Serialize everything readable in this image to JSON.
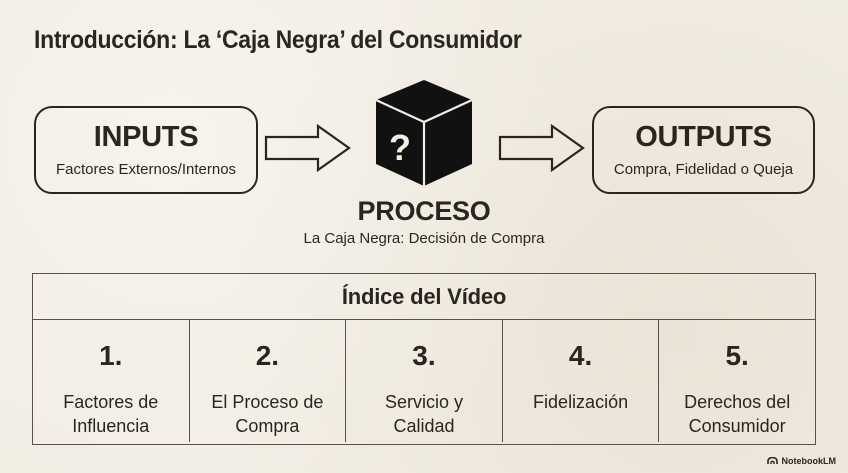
{
  "title": "Introducción: La ‘Caja Negra’ del Consumidor",
  "inputs": {
    "title": "INPUTS",
    "subtitle": "Factores Externos/Internos"
  },
  "outputs": {
    "title": "OUTPUTS",
    "subtitle": "Compra, Fidelidad o Queja"
  },
  "process": {
    "title": "PROCESO",
    "subtitle": "La Caja Negra: Decisión de Compra",
    "cube_symbol": "?"
  },
  "index": {
    "title": "Índice del Vídeo",
    "items": [
      {
        "number": "1.",
        "label": "Factores de\nInfluencia"
      },
      {
        "number": "2.",
        "label": "El Proceso de\nCompra"
      },
      {
        "number": "3.",
        "label": "Servicio y\nCalidad"
      },
      {
        "number": "4.",
        "label": "Fidelización"
      },
      {
        "number": "5.",
        "label": "Derechos del\nConsumidor"
      }
    ]
  },
  "watermark": "NotebookLM",
  "icons": [
    "black-box-cube-icon",
    "right-arrow-icon",
    "notebooklm-logo-icon"
  ],
  "colors": {
    "background": "#f2ede3",
    "ink": "#2b2520",
    "cube": "#111111"
  }
}
